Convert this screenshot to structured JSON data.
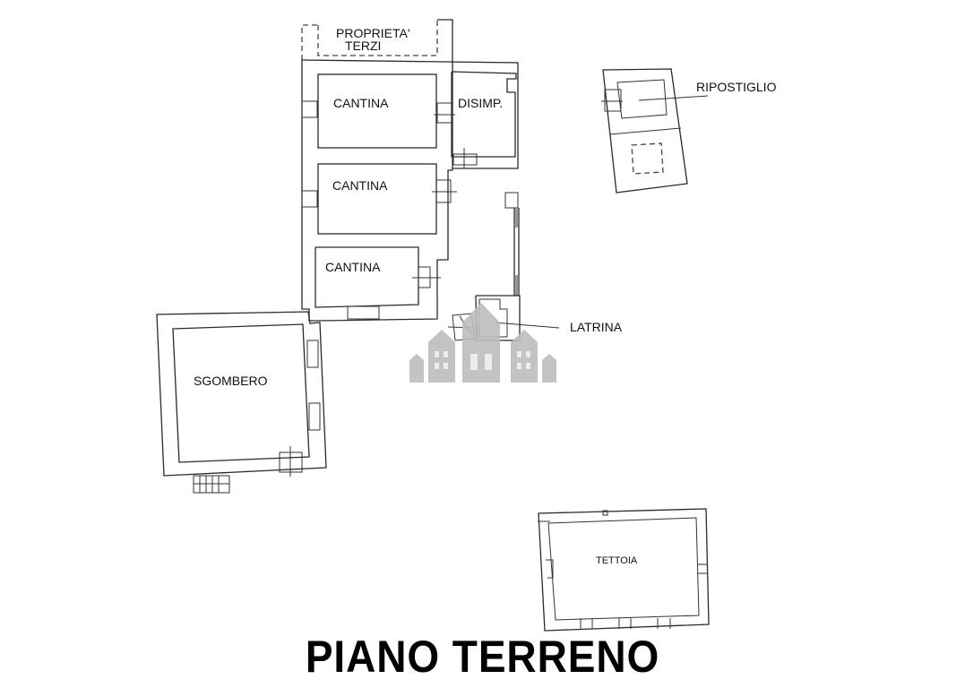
{
  "floor_plan": {
    "title": "PIANO TERRENO",
    "rooms": [
      {
        "id": "proprieta-terzi",
        "label_line1": "PROPRIETA'",
        "label_line2": "TERZI"
      },
      {
        "id": "cantina-1",
        "label": "CANTINA"
      },
      {
        "id": "disimpegno",
        "label": "DISIMP."
      },
      {
        "id": "cantina-2",
        "label": "CANTINA"
      },
      {
        "id": "cantina-3",
        "label": "CANTINA"
      },
      {
        "id": "ripostiglio",
        "label": "RIPOSTIGLIO"
      },
      {
        "id": "latrina",
        "label": "LATRINA"
      },
      {
        "id": "sgombero",
        "label": "SGOMBERO"
      },
      {
        "id": "tettoia",
        "label": "TETTOIA"
      }
    ],
    "watermark": "houses-logo",
    "colors": {
      "lines": "#2a2a2a",
      "watermark": "#bdbdbd",
      "background": "#ffffff",
      "title": "#000000"
    }
  }
}
